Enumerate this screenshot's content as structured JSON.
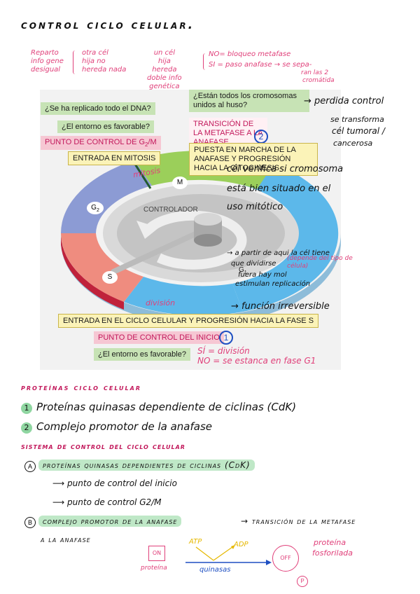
{
  "title": "control ciclo celular.",
  "notes_top": {
    "left": [
      "Reparto",
      "info gene",
      "desigual"
    ],
    "mid1": [
      "otra cél",
      "hija no",
      "hereda nada"
    ],
    "mid2": [
      "un cél",
      "hija",
      "hereda",
      "doble info",
      "genética"
    ],
    "no_line": "NO= bloqueo metafase",
    "si_line": "SI = paso anafase → se sepa-",
    "si_line2": "ran las 2",
    "si_line3": "cromátida"
  },
  "diagram": {
    "q_dna": "¿Se ha replicado todo el DNA?",
    "q_env1": "¿El entorno es favorable?",
    "checkpoint_g2": "PUNTO DE CONTROL DE G",
    "checkpoint_g2_sub": "2",
    "checkpoint_g2_tail": "/M",
    "entry_mitosis": "ENTRADA EN MITOSIS",
    "q_chrom": "¿Están todos los cromosomas unidos al huso?",
    "transition": "TRANSICIÓN DE LA METAFASE A LA ANAFASE",
    "transition_num": "2",
    "anaphase": "PUESTA EN MARCHA DE LA ANAFASE Y PROGRESIÓN HACIA LA CITOCINESIS",
    "controller": "CONTROLADOR",
    "label_m": "M",
    "label_g2": "G",
    "label_g2_sub": "2",
    "label_s": "S",
    "label_g1": "G",
    "label_g1_sub": "1",
    "entry_cycle": "ENTRADA EN EL CICLO CELULAR Y PROGRESIÓN HACIA LA FASE S",
    "checkpoint_start": "PUNTO DE CONTROL DEL INICIO",
    "checkpoint_start_num": "1",
    "q_env2": "¿El entorno es favorable?"
  },
  "notes_diagram": {
    "mitosis": "mitosis",
    "division": "división",
    "perdida": "→ perdida control",
    "se_transforma": "se transforma",
    "cel_tumoral": "cél tumoral /",
    "cancerosa": "cancerosa",
    "verifica1": "cél verifica si cromosoma",
    "verifica2": "está bien situado en el",
    "verifica3": "uso mitótico",
    "apartir1": "→ a partir de aqui la cél tiene",
    "apartir2": "que dividirse",
    "apartir_note": "(depende del tipo de célula)",
    "apartir3": "fuera hay mol",
    "apartir4": "estimulan replicación",
    "irreversible": "→ función irreversible",
    "si_div": "SÍ = división",
    "no_estanca": "NO = se estanca en fase G1"
  },
  "section1": {
    "title": "proteínas ciclo celular",
    "items": [
      {
        "num": "1",
        "text": "Proteínas quinasas dependiente de ciclinas (CdK)"
      },
      {
        "num": "2",
        "text": "Complejo promotor de la anafase"
      }
    ]
  },
  "section2": {
    "title": "sistema de control del ciclo celular",
    "a_marker": "A",
    "a_text": "proteínas quinasas dependientes de ciclinas (CdK)",
    "a_sub1": "punto de control del inicio",
    "a_sub2": "punto de control G2/M",
    "b_marker": "B",
    "b_text": "complejo promotor de la anafase",
    "b_tail": "→ transición de la metafase",
    "b_tail2": "a la anafase"
  },
  "bottom_diagram": {
    "on": "ON",
    "proteina_left": "proteína",
    "atp": "ATP",
    "adp": "ADP",
    "quinasas": "quinasas",
    "off": "OFF",
    "proteina_right1": "proteína",
    "proteina_right2": "fosforilada",
    "p": "P"
  },
  "colors": {
    "pink": "#e0407a",
    "green_box": "#c7e3b5",
    "pink_box": "#f6c7d3",
    "yellow_box": "#fbf3b8",
    "phase_m": "#9bcf5a",
    "phase_g2": "#8c9bd4",
    "phase_s": "#ef8c7f",
    "phase_g1": "#5cb8ea"
  }
}
